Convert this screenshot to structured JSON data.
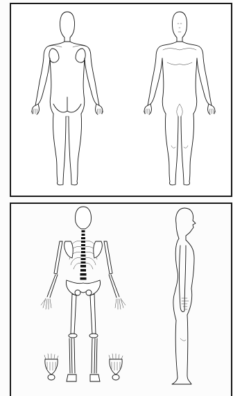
{
  "figures": {
    "top": [
      {
        "view": "posterior",
        "style": "outline"
      },
      {
        "view": "anterior",
        "style": "outline"
      }
    ],
    "bottom": [
      {
        "view": "posterior",
        "style": "skeleton"
      },
      {
        "view": "right-lateral",
        "style": "outline"
      },
      {
        "view": "foot-bones-left",
        "style": "skeleton"
      },
      {
        "view": "foot-bones-right",
        "style": "skeleton"
      }
    ]
  },
  "colors": {
    "line": "#111111",
    "paper": "#ffffff",
    "frame": "#1a1a1a"
  }
}
